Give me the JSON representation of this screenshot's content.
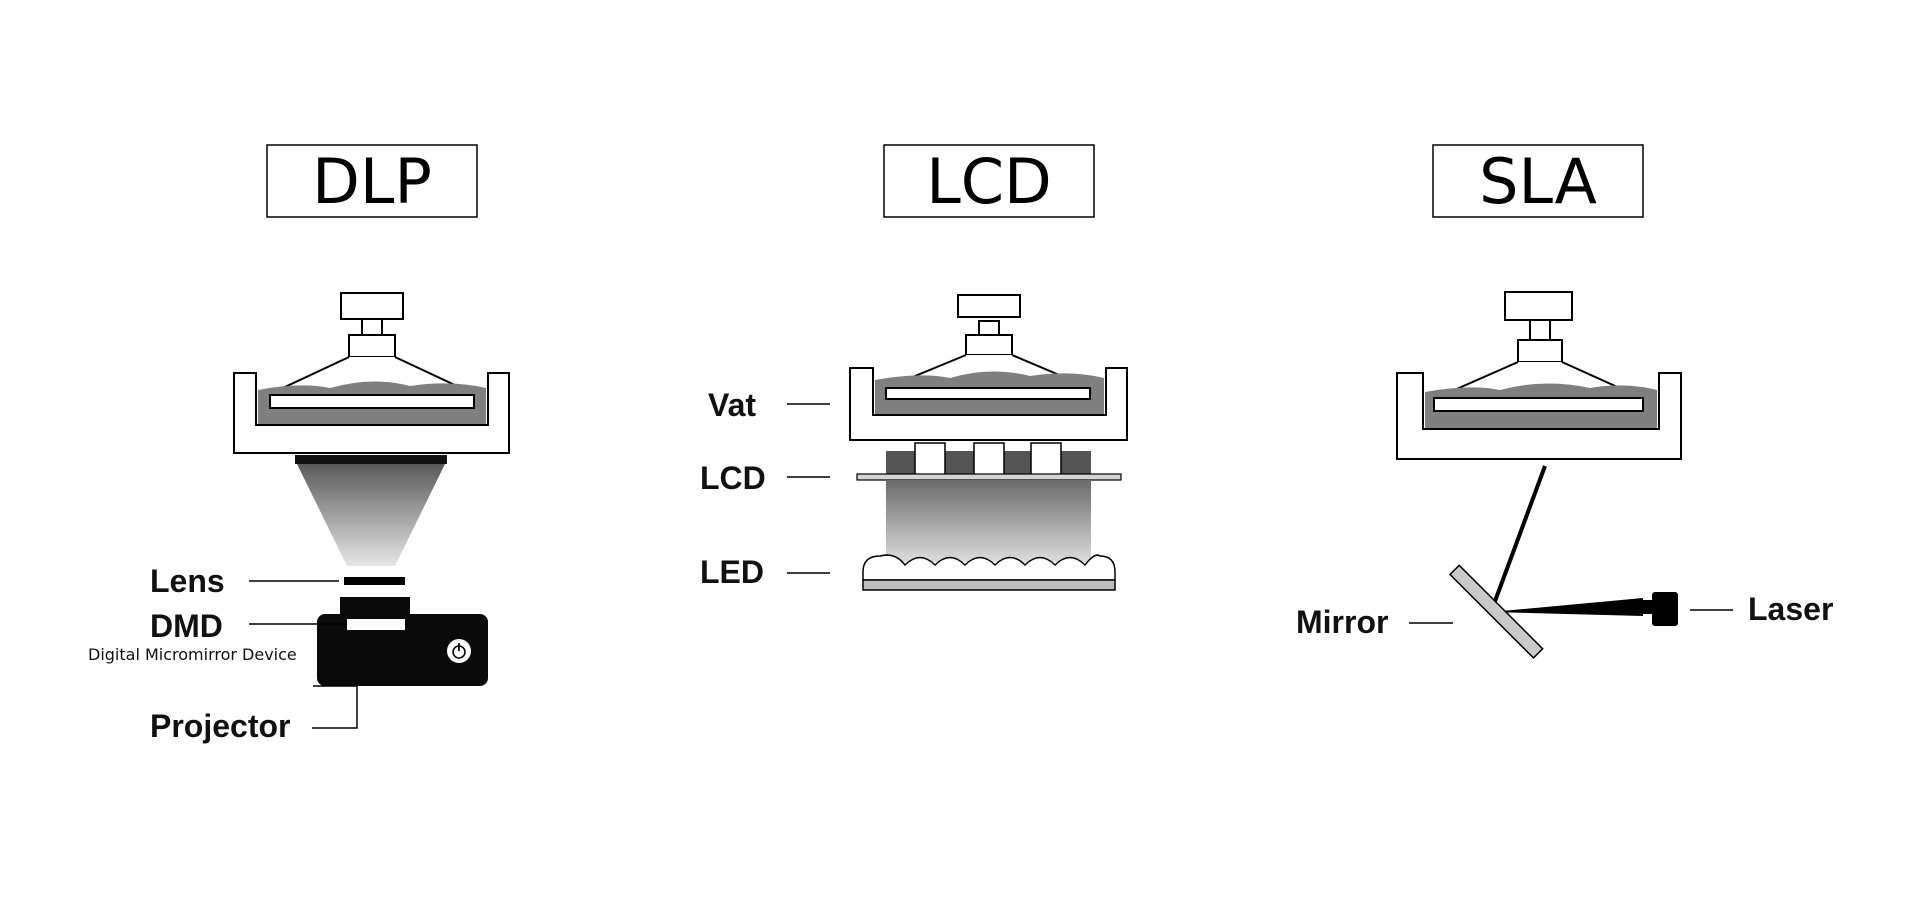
{
  "panels": {
    "dlp": {
      "title": "DLP",
      "labels": {
        "lens": "Lens",
        "dmd": "DMD",
        "dmd_full": "Digital Micromirror Device",
        "projector": "Projector"
      },
      "icons": [
        "power-icon"
      ]
    },
    "lcd": {
      "title": "LCD",
      "labels": {
        "vat": "Vat",
        "lcd": "LCD",
        "led": "LED"
      }
    },
    "sla": {
      "title": "SLA",
      "labels": {
        "mirror": "Mirror",
        "laser": "Laser"
      }
    }
  },
  "colors": {
    "outline": "#000000",
    "resin": "#7f7f7f",
    "resin_light": "#a9a9a9",
    "projector_body": "#0a0a0a",
    "mirror_fill": "#c9c9c9",
    "background": "#ffffff"
  }
}
